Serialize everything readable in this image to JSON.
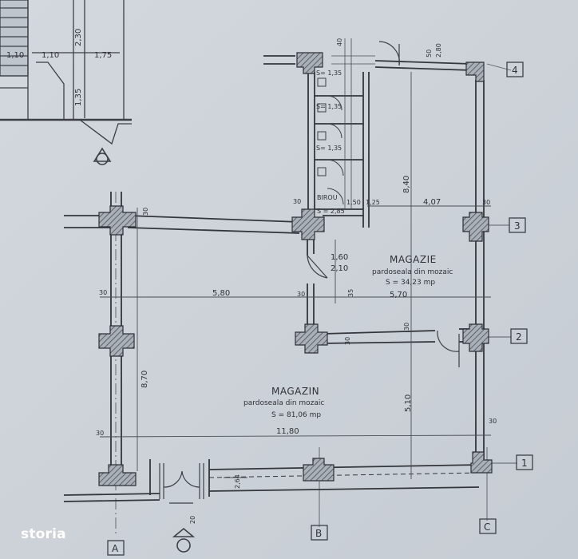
{
  "rooms": {
    "magazin": {
      "name": "MAGAZIN",
      "floor": "pardoseala din mozaic",
      "area": "S = 81,06 mp"
    },
    "magazie": {
      "name": "MAGAZIE",
      "floor": "pardoseala din mozaic",
      "area": "S = 34,23 mp"
    },
    "birou": {
      "name": "BIROU",
      "area": "S = 2,85"
    }
  },
  "wc": {
    "s1": "S= 1,35",
    "s2": "S= 1,35",
    "s3": "S= 1,35"
  },
  "dimensions": {
    "d580": "5,80",
    "d570": "5,70",
    "d1180": "11,80",
    "d870": "8,70",
    "d840": "8,40",
    "d510": "5,10",
    "d407": "4,07",
    "d150": "1,50",
    "d125": "1,25",
    "d160": "1,60",
    "d210": "2,10",
    "d30a": "30",
    "d30b": "30",
    "d30c": "30",
    "d30d": "30",
    "d30e": "30",
    "d30f": "30",
    "d30g": "30",
    "d35": "35",
    "d30h": "30",
    "d230": "2,30",
    "d135": "1,35",
    "d110a": "1,10",
    "d110b": "1,10",
    "d175": "1,75",
    "d40": "40",
    "d50": "50",
    "d280": "2,80",
    "d264": "2,64",
    "d30s": "30",
    "d20": "20"
  },
  "axes": {
    "a": "A",
    "b": "B",
    "c": "C",
    "r1": "1",
    "r2": "2",
    "r3": "3",
    "r4": "4"
  },
  "watermark": "storia"
}
